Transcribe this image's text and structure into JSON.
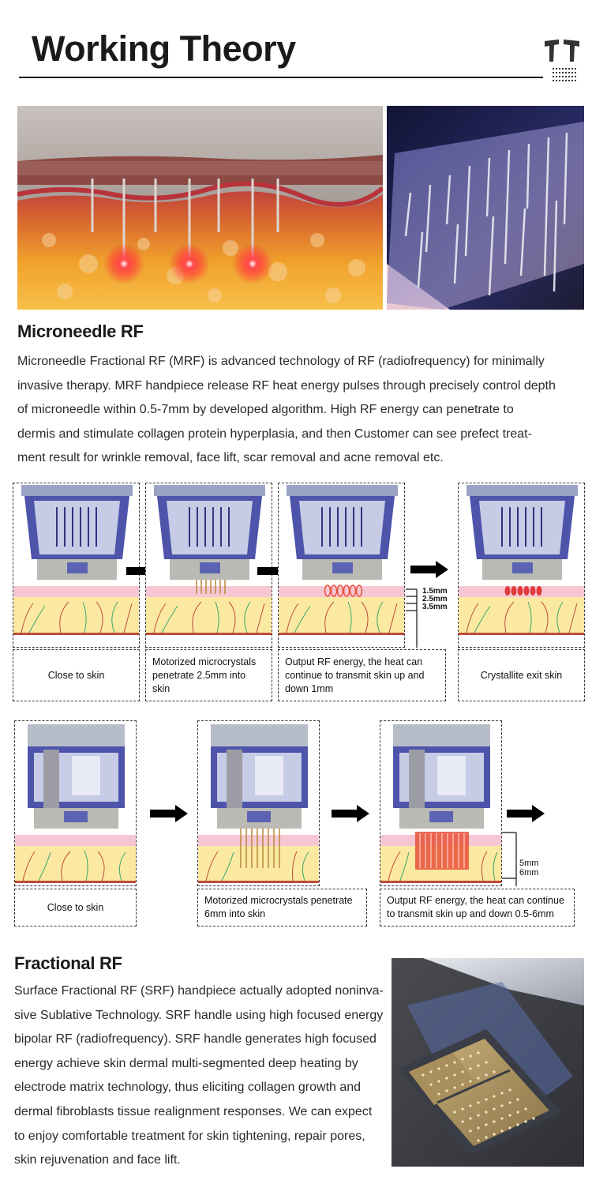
{
  "header": {
    "title": "Working Theory"
  },
  "microneedle": {
    "heading": "Microneedle RF",
    "lines": [
      "Microneedle Fractional RF (MRF) is advanced technology of RF (radiofrequency) for minimally",
      "invasive therapy. MRF handpiece release RF heat energy pulses through precisely control depth",
      "of microneedle within 0.5-7mm by developed algorithm. High RF energy can penetrate to",
      "dermis and stimulate collagen protein hyperplasia, and then Customer can see prefect treat-",
      "ment result for wrinkle removal, face lift, scar removal and acne removal etc."
    ]
  },
  "steps_row1": {
    "captions": [
      "Close to skin",
      "Motorized microcrystals penetrate 2.5mm into skin",
      "Output RF energy, the heat can continue to transmit skin up and down 1mm",
      "Crystallite exit skin"
    ],
    "depths": [
      "1.5mm",
      "2.5mm",
      "3.5mm"
    ]
  },
  "steps_row2": {
    "captions": [
      "Close to skin",
      "Motorized microcrystals penetrate 6mm into skin",
      "Output RF energy, the heat can continue to transmit skin up and down 0.5-6mm"
    ],
    "depths": [
      "5mm",
      "6mm"
    ]
  },
  "fractional": {
    "heading": "Fractional RF",
    "lines": [
      "Surface Fractional RF (SRF) handpiece actually adopted noninva-",
      "sive Sublative Technology. SRF handle using high focused energy",
      "bipolar  RF (radiofrequency). SRF handle generates high focused",
      "energy achieve skin dermal multi-segmented deep heating by",
      "electrode matrix technology, thus eliciting collagen growth and",
      "dermal fibroblasts tissue realignment responses. We can expect",
      "to enjoy comfortable treatment for skin tightening, repair pores,",
      "skin rejuvenation and face lift."
    ]
  },
  "colors": {
    "text": "#1a1a1a",
    "skin_pink": "#f6c7d3",
    "skin_yellow": "#fbe9a2",
    "rf_red": "#e8513a",
    "device_purple": "#5b5fb5"
  }
}
